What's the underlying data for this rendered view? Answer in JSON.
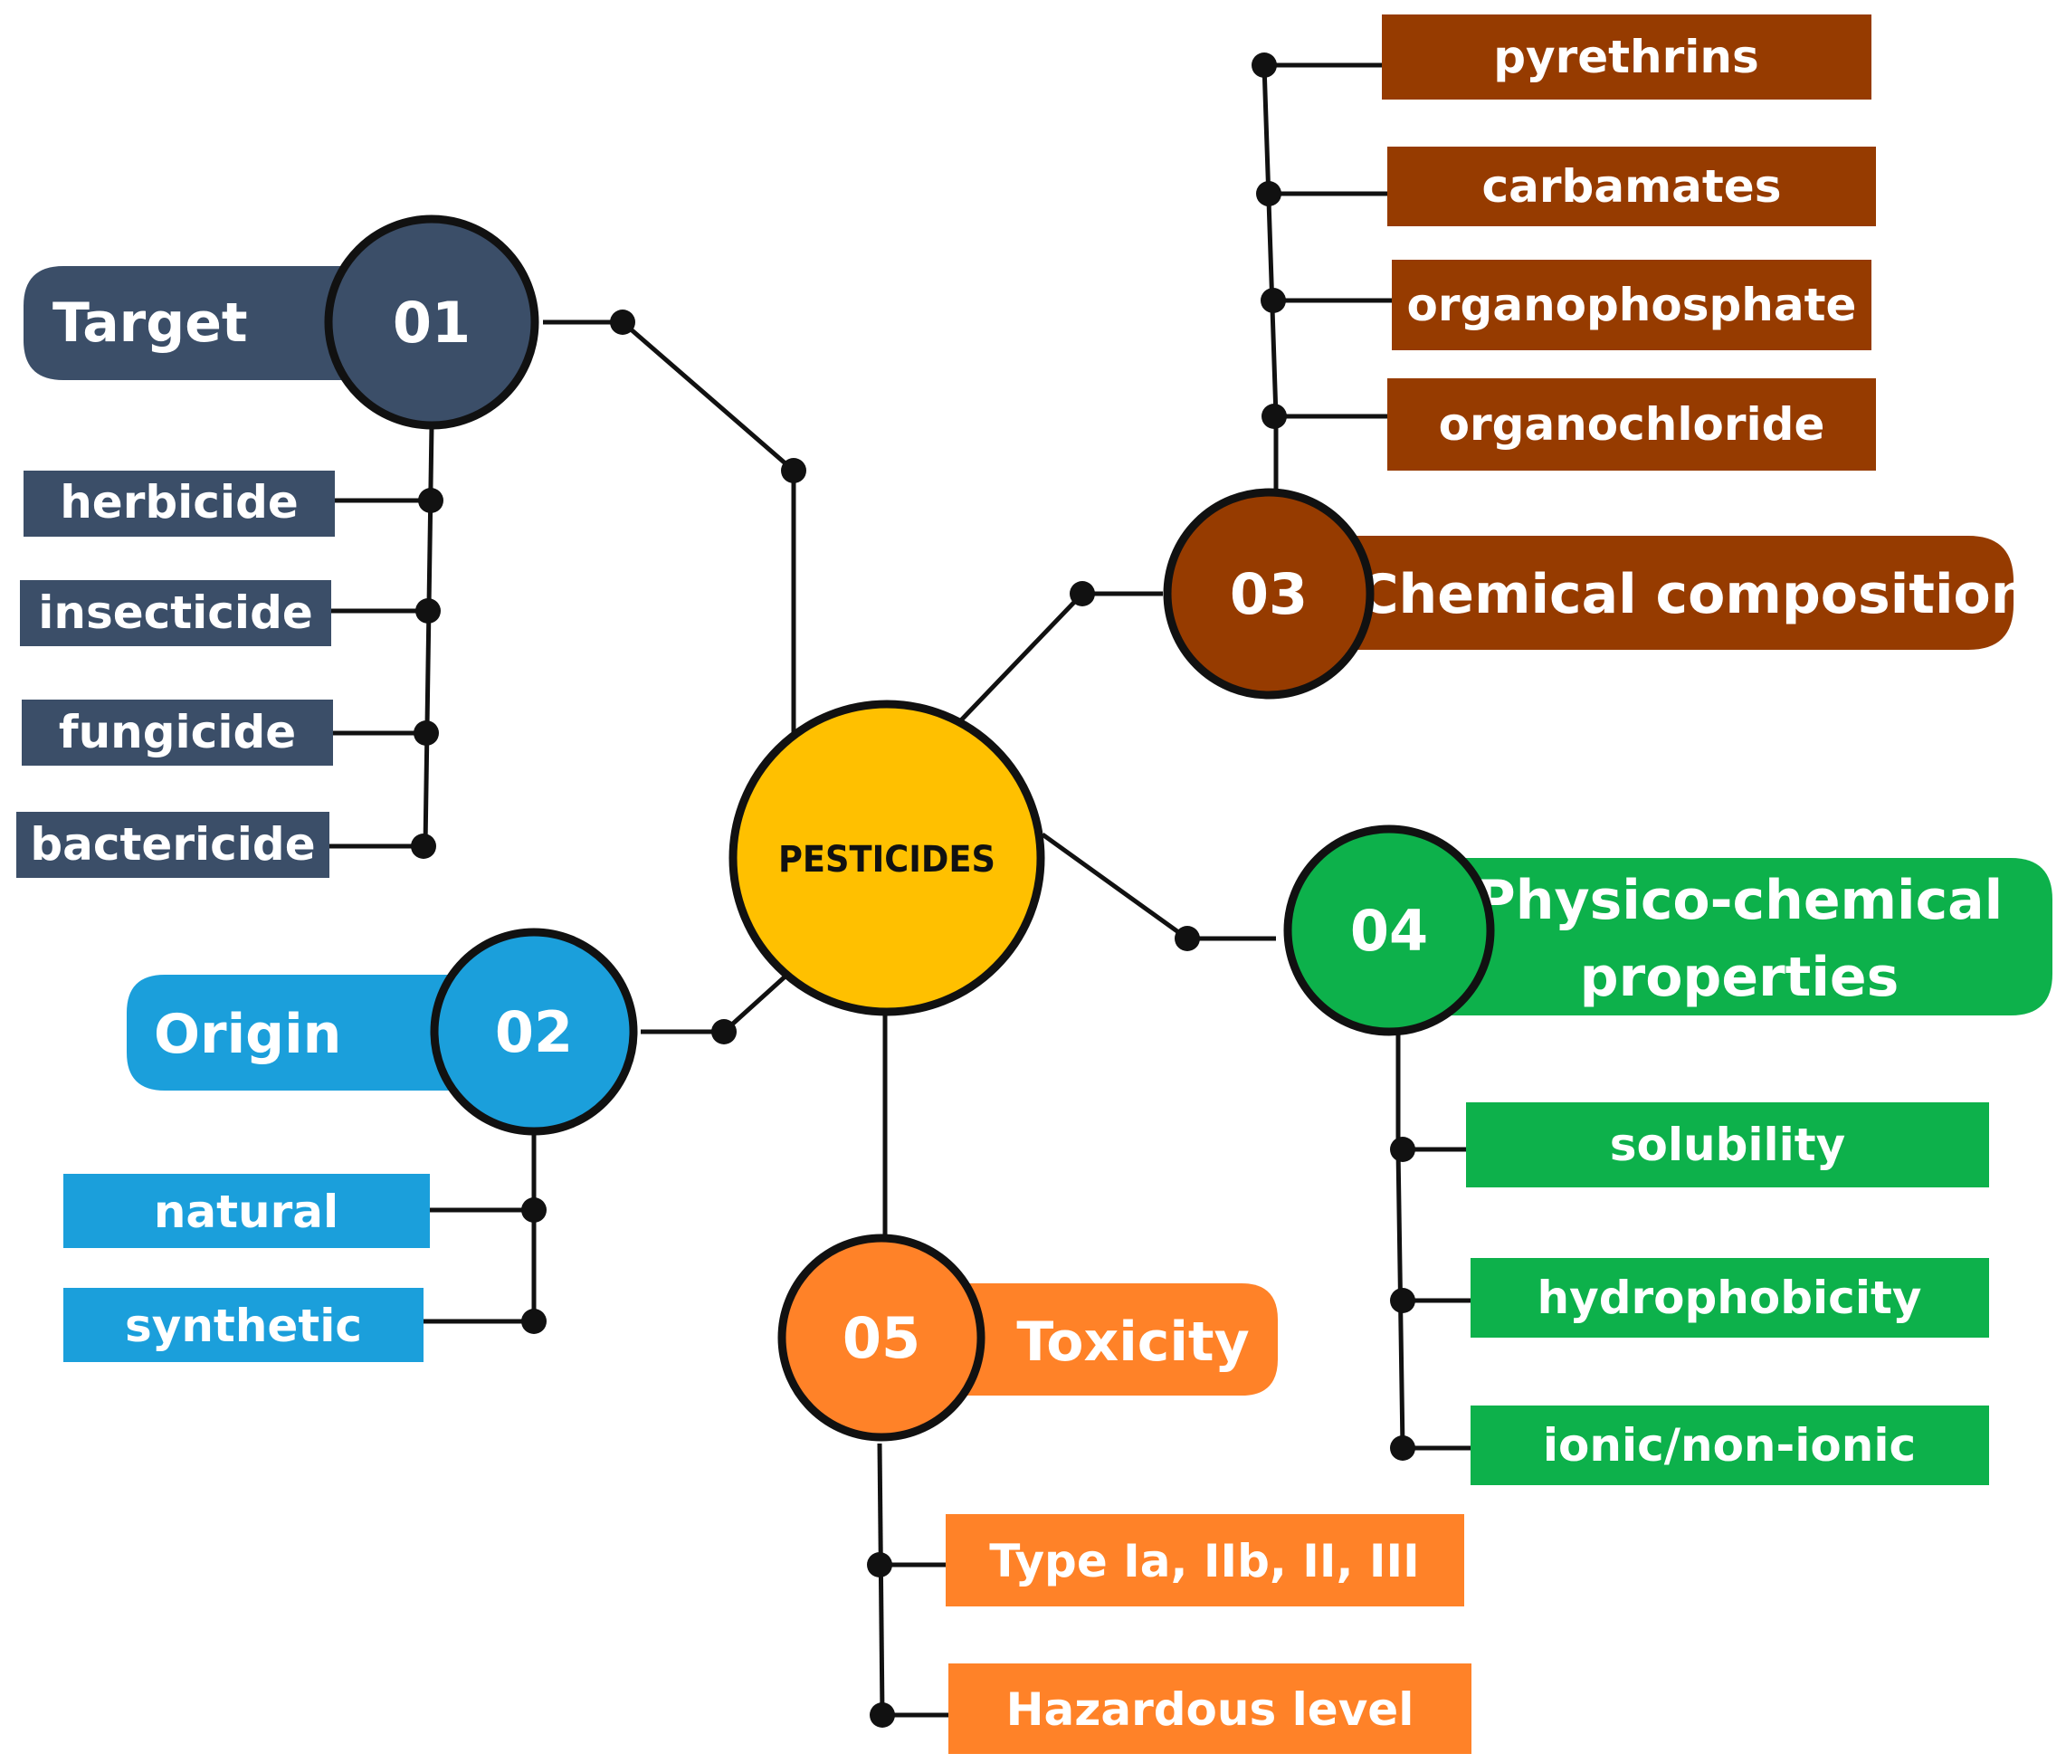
{
  "colors": {
    "target": "#3b4e68",
    "origin": "#1b9fdb",
    "chemical": "#963b00",
    "physico": "#0db14b",
    "toxicity": "#ff8228",
    "center": "#ffc000",
    "line": "#111111"
  },
  "center": {
    "label": "PESTICIDES"
  },
  "categories": {
    "target": {
      "number": "01",
      "label": "Target",
      "items": [
        "herbicide",
        "insecticide",
        "fungicide",
        "bactericide"
      ]
    },
    "origin": {
      "number": "02",
      "label": "Origin",
      "items": [
        "natural",
        "synthetic"
      ]
    },
    "chemical": {
      "number": "03",
      "label": "Chemical composition",
      "items": [
        "pyrethrins",
        "carbamates",
        "organophosphate",
        "organochloride"
      ]
    },
    "physico": {
      "number": "04",
      "label_lines": [
        "Physico-chemical",
        "properties"
      ],
      "items": [
        "solubility",
        "hydrophobicity",
        "ionic/non-ionic"
      ]
    },
    "toxicity": {
      "number": "05",
      "label": "Toxicity",
      "items": [
        "Type Ia, IIb, II, III",
        "Hazardous level"
      ]
    }
  }
}
